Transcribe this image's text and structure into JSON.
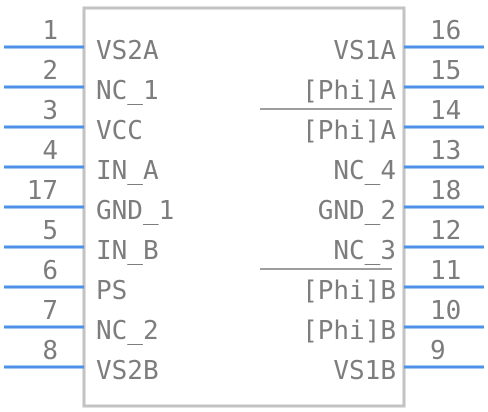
{
  "component": {
    "left_pins": [
      {
        "number": "1",
        "name": "VS2A"
      },
      {
        "number": "2",
        "name": "NC_1"
      },
      {
        "number": "3",
        "name": "VCC"
      },
      {
        "number": "4",
        "name": "IN_A"
      },
      {
        "number": "17",
        "name": "GND_1"
      },
      {
        "number": "5",
        "name": "IN_B"
      },
      {
        "number": "6",
        "name": "PS"
      },
      {
        "number": "7",
        "name": "NC_2"
      },
      {
        "number": "8",
        "name": "VS2B"
      }
    ],
    "right_pins": [
      {
        "number": "16",
        "name": "VS1A"
      },
      {
        "number": "15",
        "name": "[Phi]A"
      },
      {
        "number": "14",
        "name": "[Phi]A"
      },
      {
        "number": "13",
        "name": "NC_4"
      },
      {
        "number": "18",
        "name": "GND_2"
      },
      {
        "number": "12",
        "name": "NC_3"
      },
      {
        "number": "11",
        "name": "[Phi]B"
      },
      {
        "number": "10",
        "name": "[Phi]B"
      },
      {
        "number": "9",
        "name": "VS1B"
      }
    ],
    "colors": {
      "pin_line": "#4f90e8",
      "body_outline": "#c3c3c3",
      "text": "#7d7d7d"
    }
  }
}
